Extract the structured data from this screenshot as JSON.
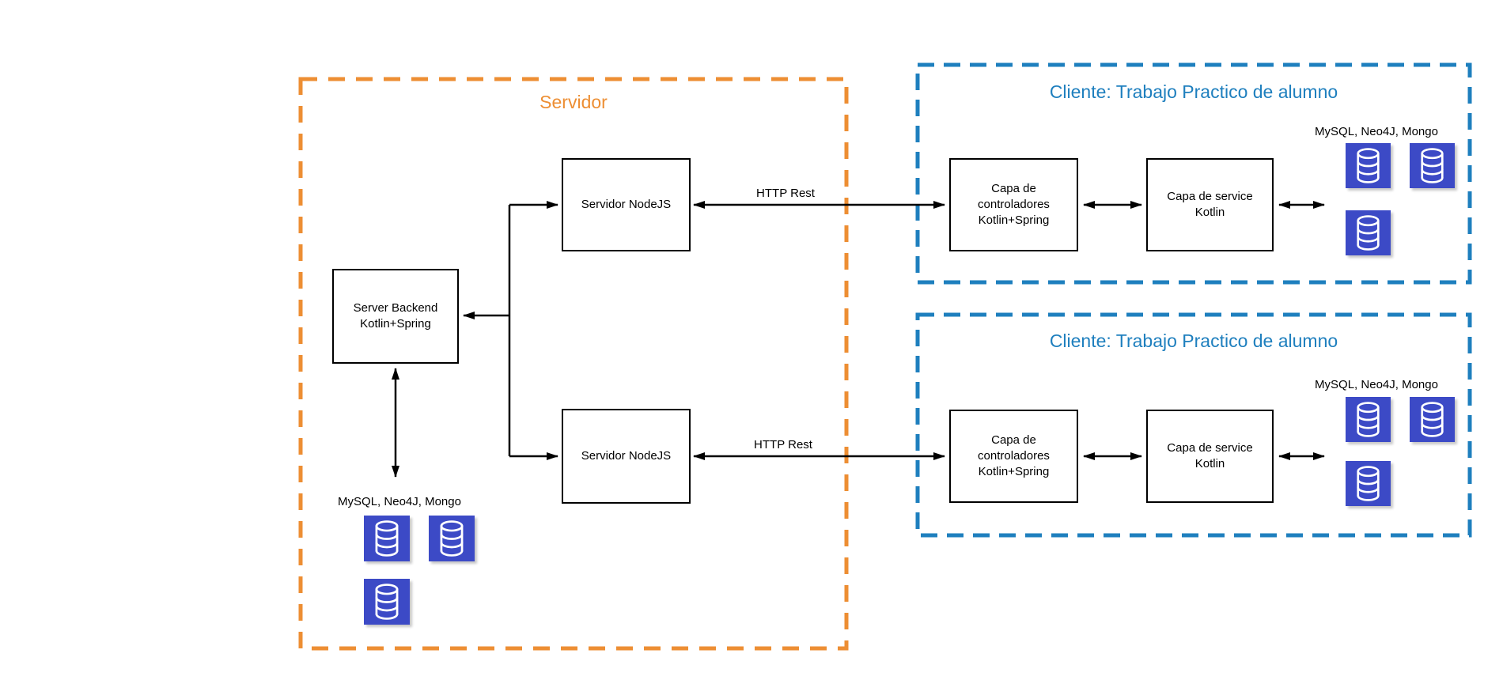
{
  "colors": {
    "server_group_border": "#ED8E33",
    "client_group_border": "#1E7FBE",
    "client_title_text": "#1E7FBE",
    "server_title_text": "#ED8E33",
    "database_icon_fill": "#3C4AC6",
    "node_border": "#000000",
    "connector_line": "#000000"
  },
  "server_group": {
    "title": "Servidor",
    "backend_node": "Server Backend\nKotlin+Spring",
    "nodejs_top_node": "Servidor NodeJS",
    "nodejs_bottom_node": "Servidor NodeJS",
    "db_label": "MySQL, Neo4J, Mongo",
    "db_icon_count": 3
  },
  "connections": {
    "http_rest_top": "HTTP Rest",
    "http_rest_bottom": "HTTP Rest"
  },
  "clients": [
    {
      "title": "Cliente: Trabajo Practico de alumno",
      "controllers_node": "Capa de\ncontroladores\nKotlin+Spring",
      "service_node": "Capa de service\nKotlin",
      "db_label": "MySQL, Neo4J, Mongo",
      "db_icon_count": 3
    },
    {
      "title": "Cliente: Trabajo Practico de alumno",
      "controllers_node": "Capa de\ncontroladores\nKotlin+Spring",
      "service_node": "Capa de service\nKotlin",
      "db_label": "MySQL, Neo4J, Mongo",
      "db_icon_count": 3
    }
  ]
}
